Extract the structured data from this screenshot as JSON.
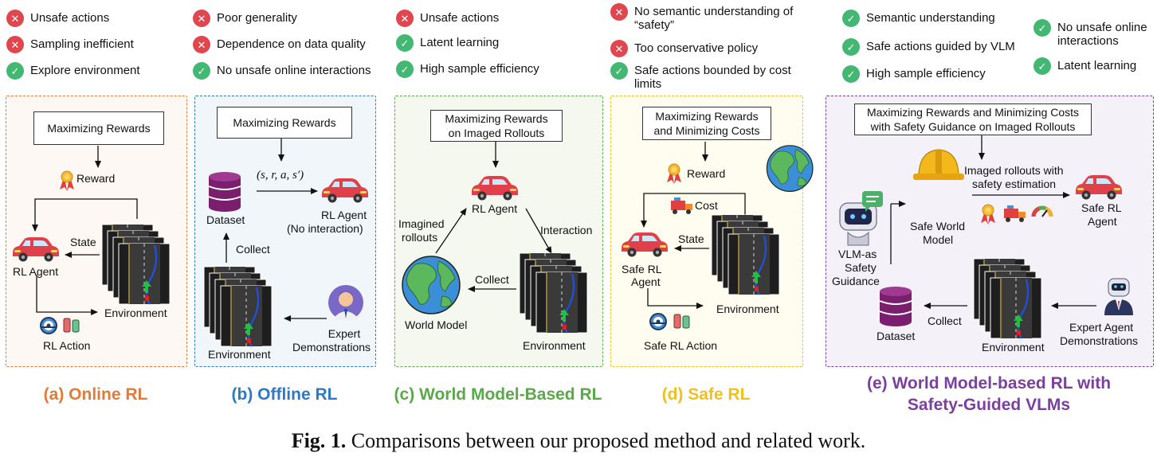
{
  "criteria": {
    "a": [
      {
        "text": "Unsafe actions",
        "status": "bad"
      },
      {
        "text": "Sampling inefficient",
        "status": "bad"
      },
      {
        "text": "Explore environment",
        "status": "good"
      }
    ],
    "b": [
      {
        "text": "Poor generality",
        "status": "bad"
      },
      {
        "text": "Dependence on data quality",
        "status": "bad"
      },
      {
        "text": "No unsafe online interactions",
        "status": "good"
      }
    ],
    "c": [
      {
        "text": "Unsafe actions",
        "status": "bad"
      },
      {
        "text": "Latent learning",
        "status": "good"
      },
      {
        "text": "High sample efficiency",
        "status": "good"
      }
    ],
    "d": [
      {
        "text": "No semantic understanding of “safety”",
        "status": "bad"
      },
      {
        "text": "Too conservative policy",
        "status": "bad"
      },
      {
        "text": "Safe actions bounded by cost limits",
        "status": "good"
      }
    ],
    "e": [
      {
        "text": "Semantic understanding",
        "status": "good"
      },
      {
        "text": "Safe actions guided by VLM",
        "status": "good"
      },
      {
        "text": "High sample efficiency",
        "status": "good"
      },
      {
        "text": "No unsafe online interactions",
        "status": "good"
      },
      {
        "text": "Latent learning",
        "status": "good"
      }
    ]
  },
  "panels": {
    "a": {
      "title": "(a) Online RL",
      "color": "#e07b39",
      "objective": "Maximizing Rewards",
      "reward": "Reward",
      "state": "State",
      "agent": "RL Agent",
      "environment": "Environment",
      "action": "RL Action"
    },
    "b": {
      "title": "(b) Offline RL",
      "color": "#2f78c4",
      "objective": "Maximizing Rewards",
      "tuple": "(s, r, a, s′)",
      "dataset": "Dataset",
      "agent_line1": "RL Agent",
      "agent_line2": "(No interaction)",
      "collect": "Collect",
      "environment": "Environment",
      "expert_line1": "Expert",
      "expert_line2": "Demonstrations"
    },
    "c": {
      "title": "(c) World Model-Based RL",
      "color": "#5aa84a",
      "objective_line1": "Maximizing Rewards",
      "objective_line2": "on Imaged Rollouts",
      "agent": "RL Agent",
      "imagined_line1": "Imagined",
      "imagined_line2": "rollouts",
      "interaction": "Interaction",
      "collect": "Collect",
      "world_model": "World Model",
      "environment": "Environment"
    },
    "d": {
      "title": "(d) Safe RL",
      "color": "#f0c020",
      "objective_line1": "Maximizing Rewards",
      "objective_line2": "and Minimizing Costs",
      "reward": "Reward",
      "cost": "Cost",
      "state": "State",
      "agent_line1": "Safe RL",
      "agent_line2": "Agent",
      "environment": "Environment",
      "action": "Safe RL Action"
    },
    "e": {
      "title_line1": "(e) World Model-based RL with",
      "title_line2": "Safety-Guided VLMs",
      "color": "#7b3fa0",
      "objective_line1": "Maximizing Rewards and Minimizing Costs",
      "objective_line2": "with Safety Guidance on Imaged Rollouts",
      "rollouts_line1": "Imaged rollouts with",
      "rollouts_line2": "safety estimation",
      "swm_line1": "Safe World",
      "swm_line2": "Model",
      "agent_line1": "Safe RL",
      "agent_line2": "Agent",
      "vlm_line1": "VLM-as",
      "vlm_line2": "Safety",
      "vlm_line3": "Guidance",
      "dataset": "Dataset",
      "collect": "Collect",
      "environment": "Environment",
      "expert_line1": "Expert Agent",
      "expert_line2": "Demonstrations"
    }
  },
  "caption": {
    "prefix": "Fig. 1.",
    "text": " Comparisons between our proposed method and related work."
  }
}
